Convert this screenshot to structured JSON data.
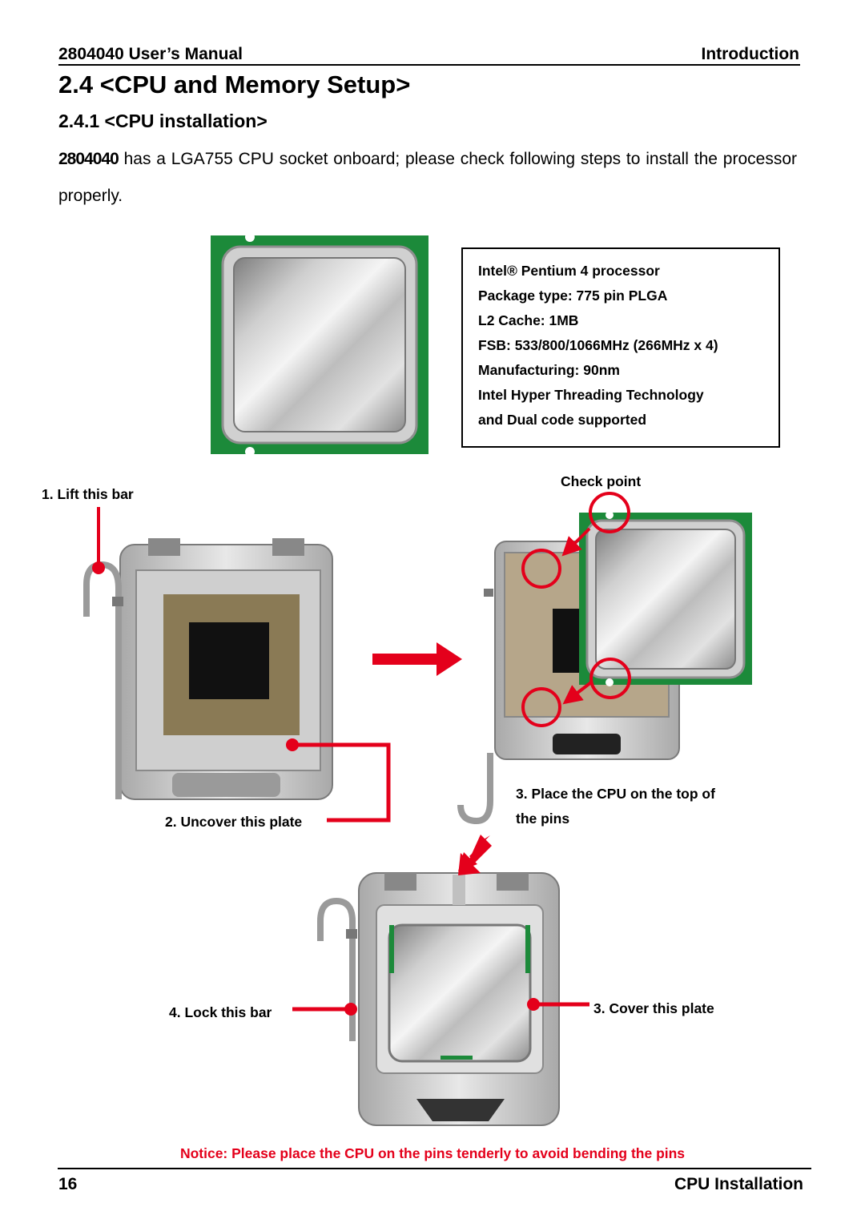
{
  "header": {
    "left": "2804040 User’s Manual",
    "right": "Introduction"
  },
  "section_title": "2.4 <CPU and Memory Setup>",
  "subsection_title": "2.4.1 <CPU installation>",
  "intro": {
    "model": "2804040",
    "text": " has a LGA755 CPU socket onboard; please check following steps to install the processor properly."
  },
  "cpu_specs": [
    "Intel® Pentium 4 processor",
    "Package type: 775 pin PLGA",
    "L2 Cache: 1MB",
    "FSB: 533/800/1066MHz (266MHz x 4)",
    "Manufacturing: 90nm",
    "Intel Hyper Threading Technology",
    "and Dual code supported"
  ],
  "steps": {
    "lift_bar": "1. Lift this bar",
    "check_point": "Check point",
    "uncover_plate": "2. Uncover this plate",
    "place_cpu_line1": "3. Place the CPU on the top of",
    "place_cpu_line2": "the pins",
    "lock_bar": "4. Lock this bar",
    "cover_plate": "3. Cover this plate"
  },
  "notice": "Notice: Please place the CPU on the pins tenderly to avoid bending the pins",
  "footer": {
    "page_number": "16",
    "section": "CPU Installation"
  },
  "colors": {
    "accent_red": "#e4001b",
    "pcb_green": "#1c8a3a"
  }
}
